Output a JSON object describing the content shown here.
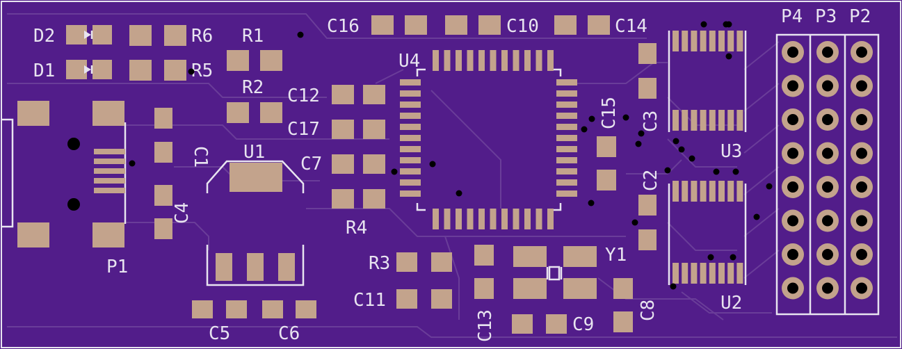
{
  "board": {
    "colors": {
      "background": "#521d8a",
      "trace": "#6a3d99",
      "pad": "#c3a38c",
      "silk": "#e8e4f0",
      "via": "#000000"
    },
    "labels": {
      "d2": "D2",
      "d1": "D1",
      "r6": "R6",
      "r5": "R5",
      "r1": "R1",
      "r2": "R2",
      "c16": "C16",
      "c10": "C10",
      "c14": "C14",
      "u4": "U4",
      "c12": "C12",
      "c17": "C17",
      "c7": "C7",
      "r4": "R4",
      "c1": "C1",
      "c4": "C4",
      "u1": "U1",
      "p1": "P1",
      "c15": "C15",
      "c3": "C3",
      "c2": "C2",
      "u3": "U3",
      "u2": "U2",
      "p4": "P4",
      "p3": "P3",
      "p2": "P2",
      "r3": "R3",
      "c11": "C11",
      "c13": "C13",
      "y1": "Y1",
      "c9": "C9",
      "c8": "C8",
      "c5": "C5",
      "c6": "C6"
    }
  }
}
